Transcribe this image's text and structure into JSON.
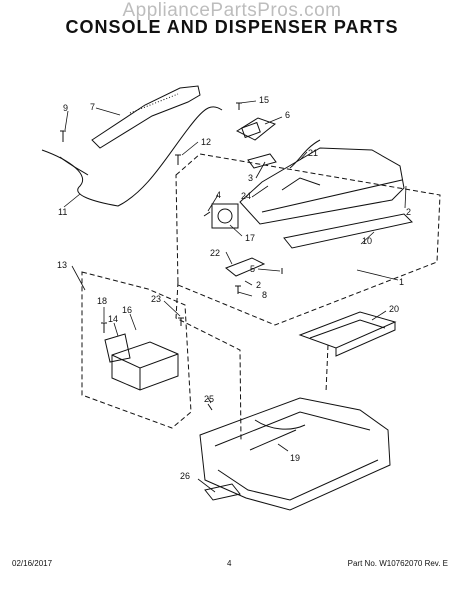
{
  "watermark": "AppliancePartsPros.com",
  "title": "CONSOLE AND DISPENSER PARTS",
  "callouts": [
    "9",
    "7",
    "15",
    "6",
    "12",
    "3",
    "21",
    "24",
    "2",
    "4",
    "1",
    "10",
    "17",
    "22",
    "5",
    "2",
    "8",
    "11",
    "13",
    "18",
    "23",
    "16",
    "14",
    "20",
    "25",
    "19",
    "26"
  ],
  "footer": {
    "date": "02/16/2017",
    "page": "4",
    "part": "Part No. W10762070  Rev. E"
  }
}
